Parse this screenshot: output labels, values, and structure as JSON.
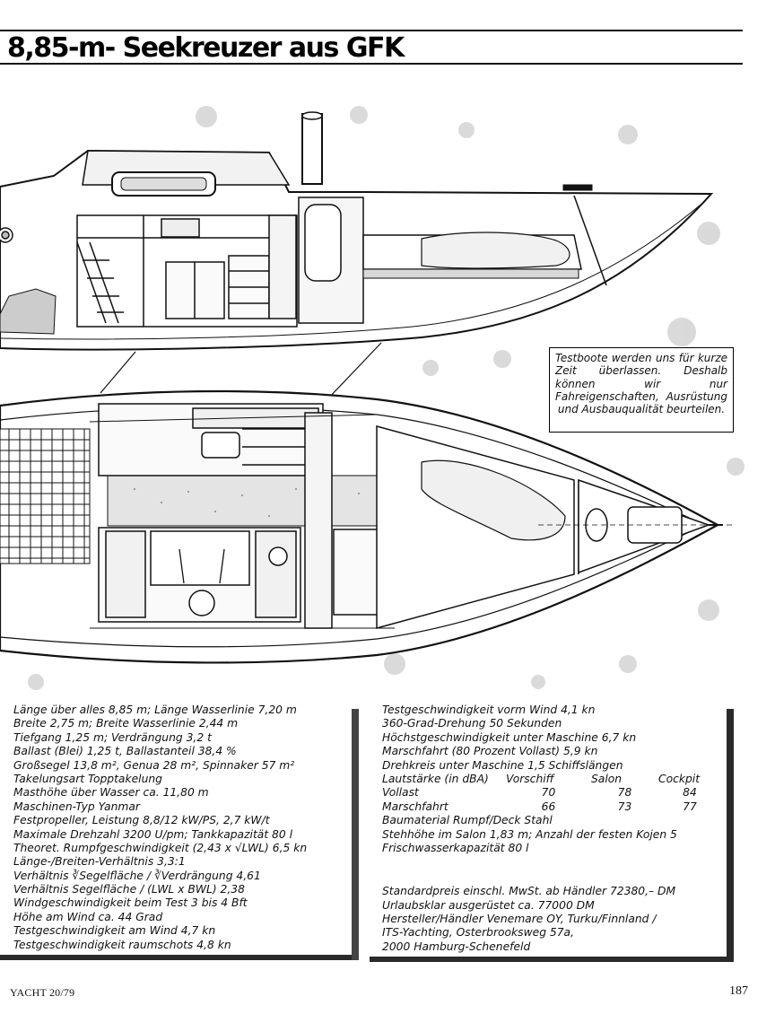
{
  "article": {
    "title": "8,85-m- Seekreuzer aus GFK"
  },
  "notice": {
    "text": "Testboote werden uns für kurze Zeit überlassen. Deshalb können wir nur Fahreigenschaften, Ausrüstung und Ausbauqualität beurteilen."
  },
  "specs_left": [
    "Länge über alles 8,85 m; Länge Wasserlinie 7,20 m",
    "Breite 2,75 m; Breite Wasserlinie 2,44 m",
    "Tiefgang 1,25 m; Verdrängung 3,2 t",
    "Ballast (Blei) 1,25 t, Ballastanteil 38,4 %",
    "Großsegel 13,8 m², Genua 28 m², Spinnaker 57 m²",
    "Takelungsart Topptakelung",
    "Masthöhe über Wasser ca. 11,80 m",
    "Maschinen-Typ Yanmar",
    "Festpropeller, Leistung 8,8/12 kW/PS, 2,7 kW/t",
    "Maximale Drehzahl 3200 U/pm; Tankkapazität 80 l",
    "Theoret. Rumpfgeschwindigkeit (2,43 x √LWL) 6,5 kn",
    "Länge-/Breiten-Verhältnis 3,3:1",
    "Verhältnis ∛Segelfläche / ∛Verdrängung 4,61",
    "Verhältnis Segelfläche / (LWL x BWL) 2,38",
    "Windgeschwindigkeit beim Test 3 bis 4 Bft",
    "Höhe am Wind ca. 44 Grad",
    "Testgeschwindigkeit am Wind 4,7 kn",
    "Testgeschwindigkeit raumschots 4,8 kn"
  ],
  "specs_right_top": [
    "Testgeschwindigkeit vorm Wind 4,1 kn",
    "360-Grad-Drehung 50 Sekunden",
    "Höchstgeschwindigkeit unter Maschine 6,7 kn",
    "Marschfahrt (80 Prozent Vollast) 5,9 kn",
    "Drehkreis unter Maschine 1,5 Schiffslängen"
  ],
  "noise_table": {
    "headers": [
      "Lautstärke (in dBA)",
      "Vorschiff",
      "Salon",
      "Cockpit"
    ],
    "rows": [
      [
        "Vollast",
        "70",
        "78",
        "84"
      ],
      [
        "Marschfahrt",
        "66",
        "73",
        "77"
      ]
    ]
  },
  "specs_right_mid": [
    "Baumaterial Rumpf/Deck Stahl",
    "Stehhöhe im Salon 1,83 m; Anzahl der festen Kojen 5",
    "Frischwasserkapazität 80 l"
  ],
  "specs_right_bottom": [
    "Standardpreis einschl. MwSt. ab Händler 72380,– DM",
    "Urlaubsklar ausgerüstet ca. 77000 DM",
    "Hersteller/Händler Venemare OY, Turku/Finnland /",
    "ITS-Yachting, Osterbrooksweg 57a,",
    "2000 Hamburg-Schenefeld"
  ],
  "footer": {
    "magazine": "YACHT 20/79",
    "page": "187"
  }
}
